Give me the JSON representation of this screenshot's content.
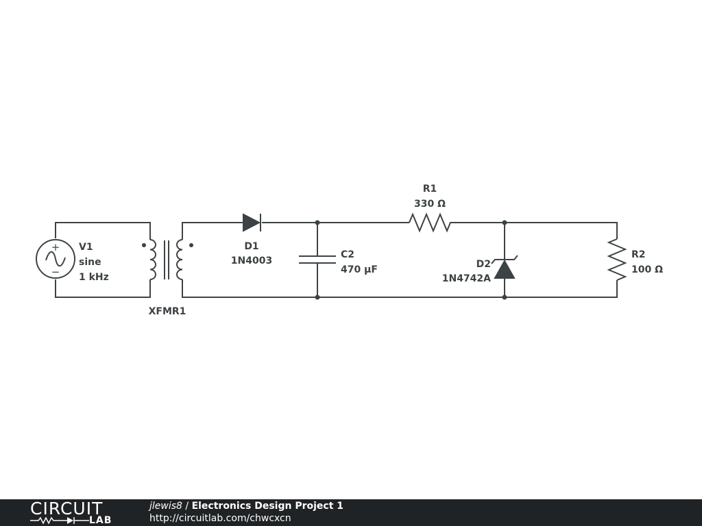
{
  "schematic": {
    "components": [
      {
        "ref": "V1",
        "lines": [
          "V1",
          "sine",
          "1 kHz"
        ]
      },
      {
        "ref": "XFMR1",
        "lines": [
          "XFMR1"
        ]
      },
      {
        "ref": "D1",
        "lines": [
          "D1",
          "1N4003"
        ]
      },
      {
        "ref": "C2",
        "lines": [
          "C2",
          "470 µF"
        ]
      },
      {
        "ref": "R1",
        "lines": [
          "R1",
          "330 Ω"
        ]
      },
      {
        "ref": "D2",
        "lines": [
          "D2",
          "1N4742A"
        ]
      },
      {
        "ref": "R2",
        "lines": [
          "R2",
          "100 Ω"
        ]
      }
    ],
    "source_polarity": {
      "plus": "+",
      "minus": "−"
    }
  },
  "footer": {
    "logo_top": "CIRCUIT",
    "logo_bottom": "LAB",
    "user": "jlewis8",
    "separator": " / ",
    "project_title": "Electronics Design Project 1",
    "url": "http://circuitlab.com/chwcxcn"
  },
  "colors": {
    "ink": "#3d4244",
    "footer_bg": "#1f2325",
    "footer_text": "#ffffff"
  }
}
